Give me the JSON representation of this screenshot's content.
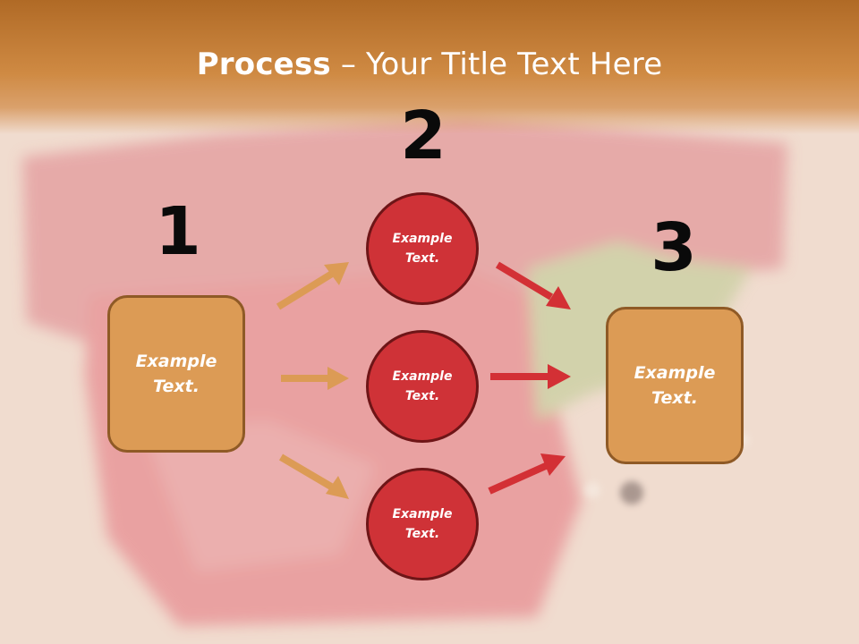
{
  "title": {
    "bold": "Process",
    "rest": " – Your Title Text Here"
  },
  "steps": [
    {
      "number": "1",
      "text": "Example Text."
    },
    {
      "number": "2",
      "items": [
        "Example Text.",
        "Example Text.",
        "Example Text."
      ]
    },
    {
      "number": "3",
      "text": "Example Text."
    }
  ],
  "colors": {
    "title_band": "#cf8a43",
    "box_fill": "#dc9b55",
    "circle_fill": "#cf3237",
    "orange_arrow": "#dc9b55",
    "red_arrow": "#d33035"
  }
}
